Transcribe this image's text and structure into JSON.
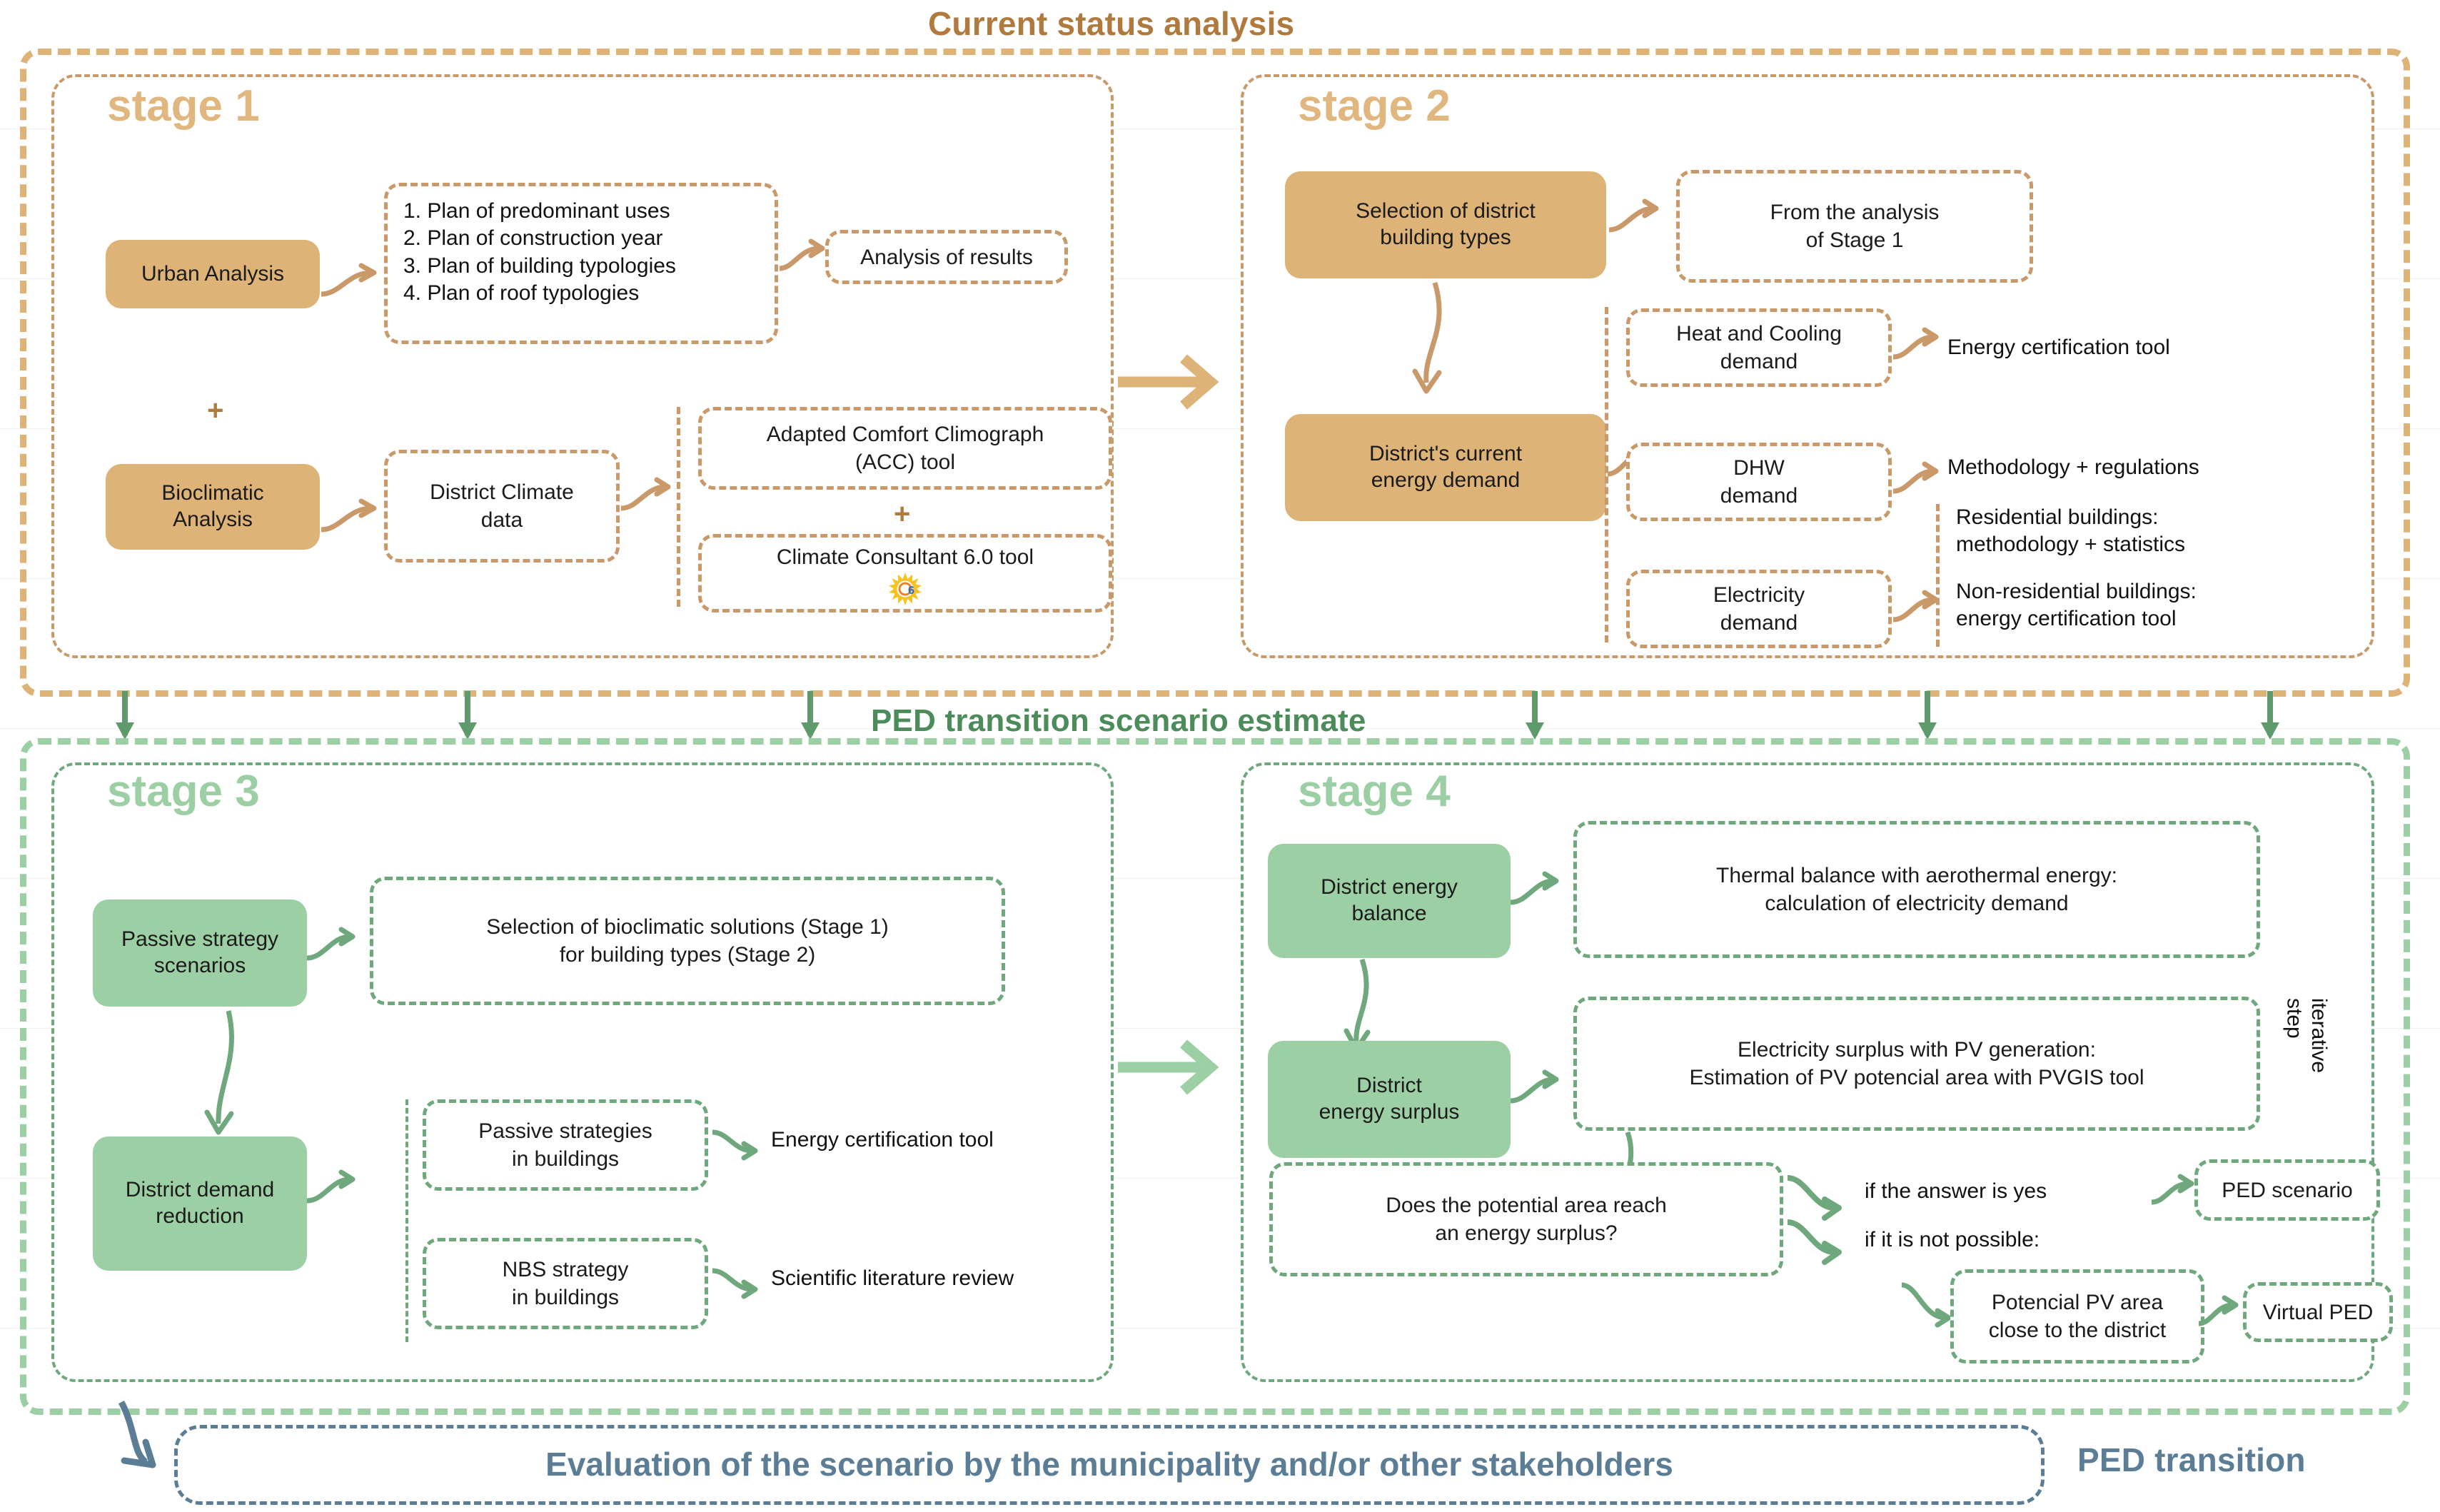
{
  "banners": {
    "top": "Current status  analysis",
    "middle": "PED transition scenario estimate",
    "bottom": "PED transition"
  },
  "stage1": {
    "label": "stage 1",
    "urban_analysis": "Urban Analysis",
    "plus": "+",
    "bioclimatic_analysis": "Bioclimatic\nAnalysis",
    "plans": [
      "1.  Plan of predominant uses",
      "2.  Plan of construction year",
      "3.  Plan of building typologies",
      "4.  Plan of roof typologies"
    ],
    "analysis_of_results": "Analysis of results",
    "district_climate_data": "District Climate\ndata",
    "acc_tool": "Adapted Comfort Climograph\n(ACC) tool",
    "tool_plus": "+",
    "climate_consultant": "Climate Consultant 6.0 tool",
    "climate_consultant_icon": "sun-icon"
  },
  "stage2": {
    "label": "stage 2",
    "selection_building_types": "Selection of district\nbuilding types",
    "from_analysis_stage1": "From the analysis\nof Stage 1",
    "district_current_demand": "District's current\nenergy demand",
    "heat_cooling": "Heat and Cooling\ndemand",
    "dhw": "DHW\ndemand",
    "electricity": "Electricity\ndemand",
    "energy_cert_tool": "Energy certification tool",
    "methodology_regulations": "Methodology + regulations",
    "residential": "Residential buildings:\nmethodology + statistics",
    "non_residential": "Non-residential buildings:\nenergy certification tool"
  },
  "stage3": {
    "label": "stage 3",
    "passive_strategy_scenarios": "Passive strategy\nscenarios",
    "selection_bioclimatic": "Selection of bioclimatic solutions (Stage 1)\nfor building types (Stage 2)",
    "district_demand_reduction": "District demand\nreduction",
    "passive_strategies_buildings": "Passive strategies\nin buildings",
    "nbs_strategy_buildings": "NBS strategy\nin buildings",
    "energy_cert_tool": "Energy certification tool",
    "scientific_literature": "Scientific literature review"
  },
  "stage4": {
    "label": "stage 4",
    "district_energy_balance": "District energy\nbalance",
    "thermal_balance": "Thermal balance with aerothermal energy:\ncalculation of electricity demand",
    "district_energy_surplus": "District\nenergy surplus",
    "electricity_surplus": "Electricity surplus with PV generation:\nEstimation of PV potencial area with PVGIS tool",
    "iterative_step": "iterative\nstep",
    "question": "Does the potential area reach\nan energy surplus?",
    "if_yes": "if the answer is yes",
    "ped_scenario": "PED scenario",
    "if_not_possible": "if it is not possible:",
    "potencial_pv_area": "Potencial PV area\nclose to the district",
    "virtual_ped": "Virtual PED"
  },
  "evaluation": {
    "text": "Evaluation of the scenario by the municipality and/or other stakeholders"
  },
  "colors": {
    "orange_fill": "#DDB377",
    "orange_stroke": "#C9996A",
    "orange_title": "#B07A3E",
    "green_fill": "#9DCFA5",
    "green_stroke": "#6FA87C",
    "green_title": "#4C8B5A",
    "blue": "#5B7E96"
  }
}
